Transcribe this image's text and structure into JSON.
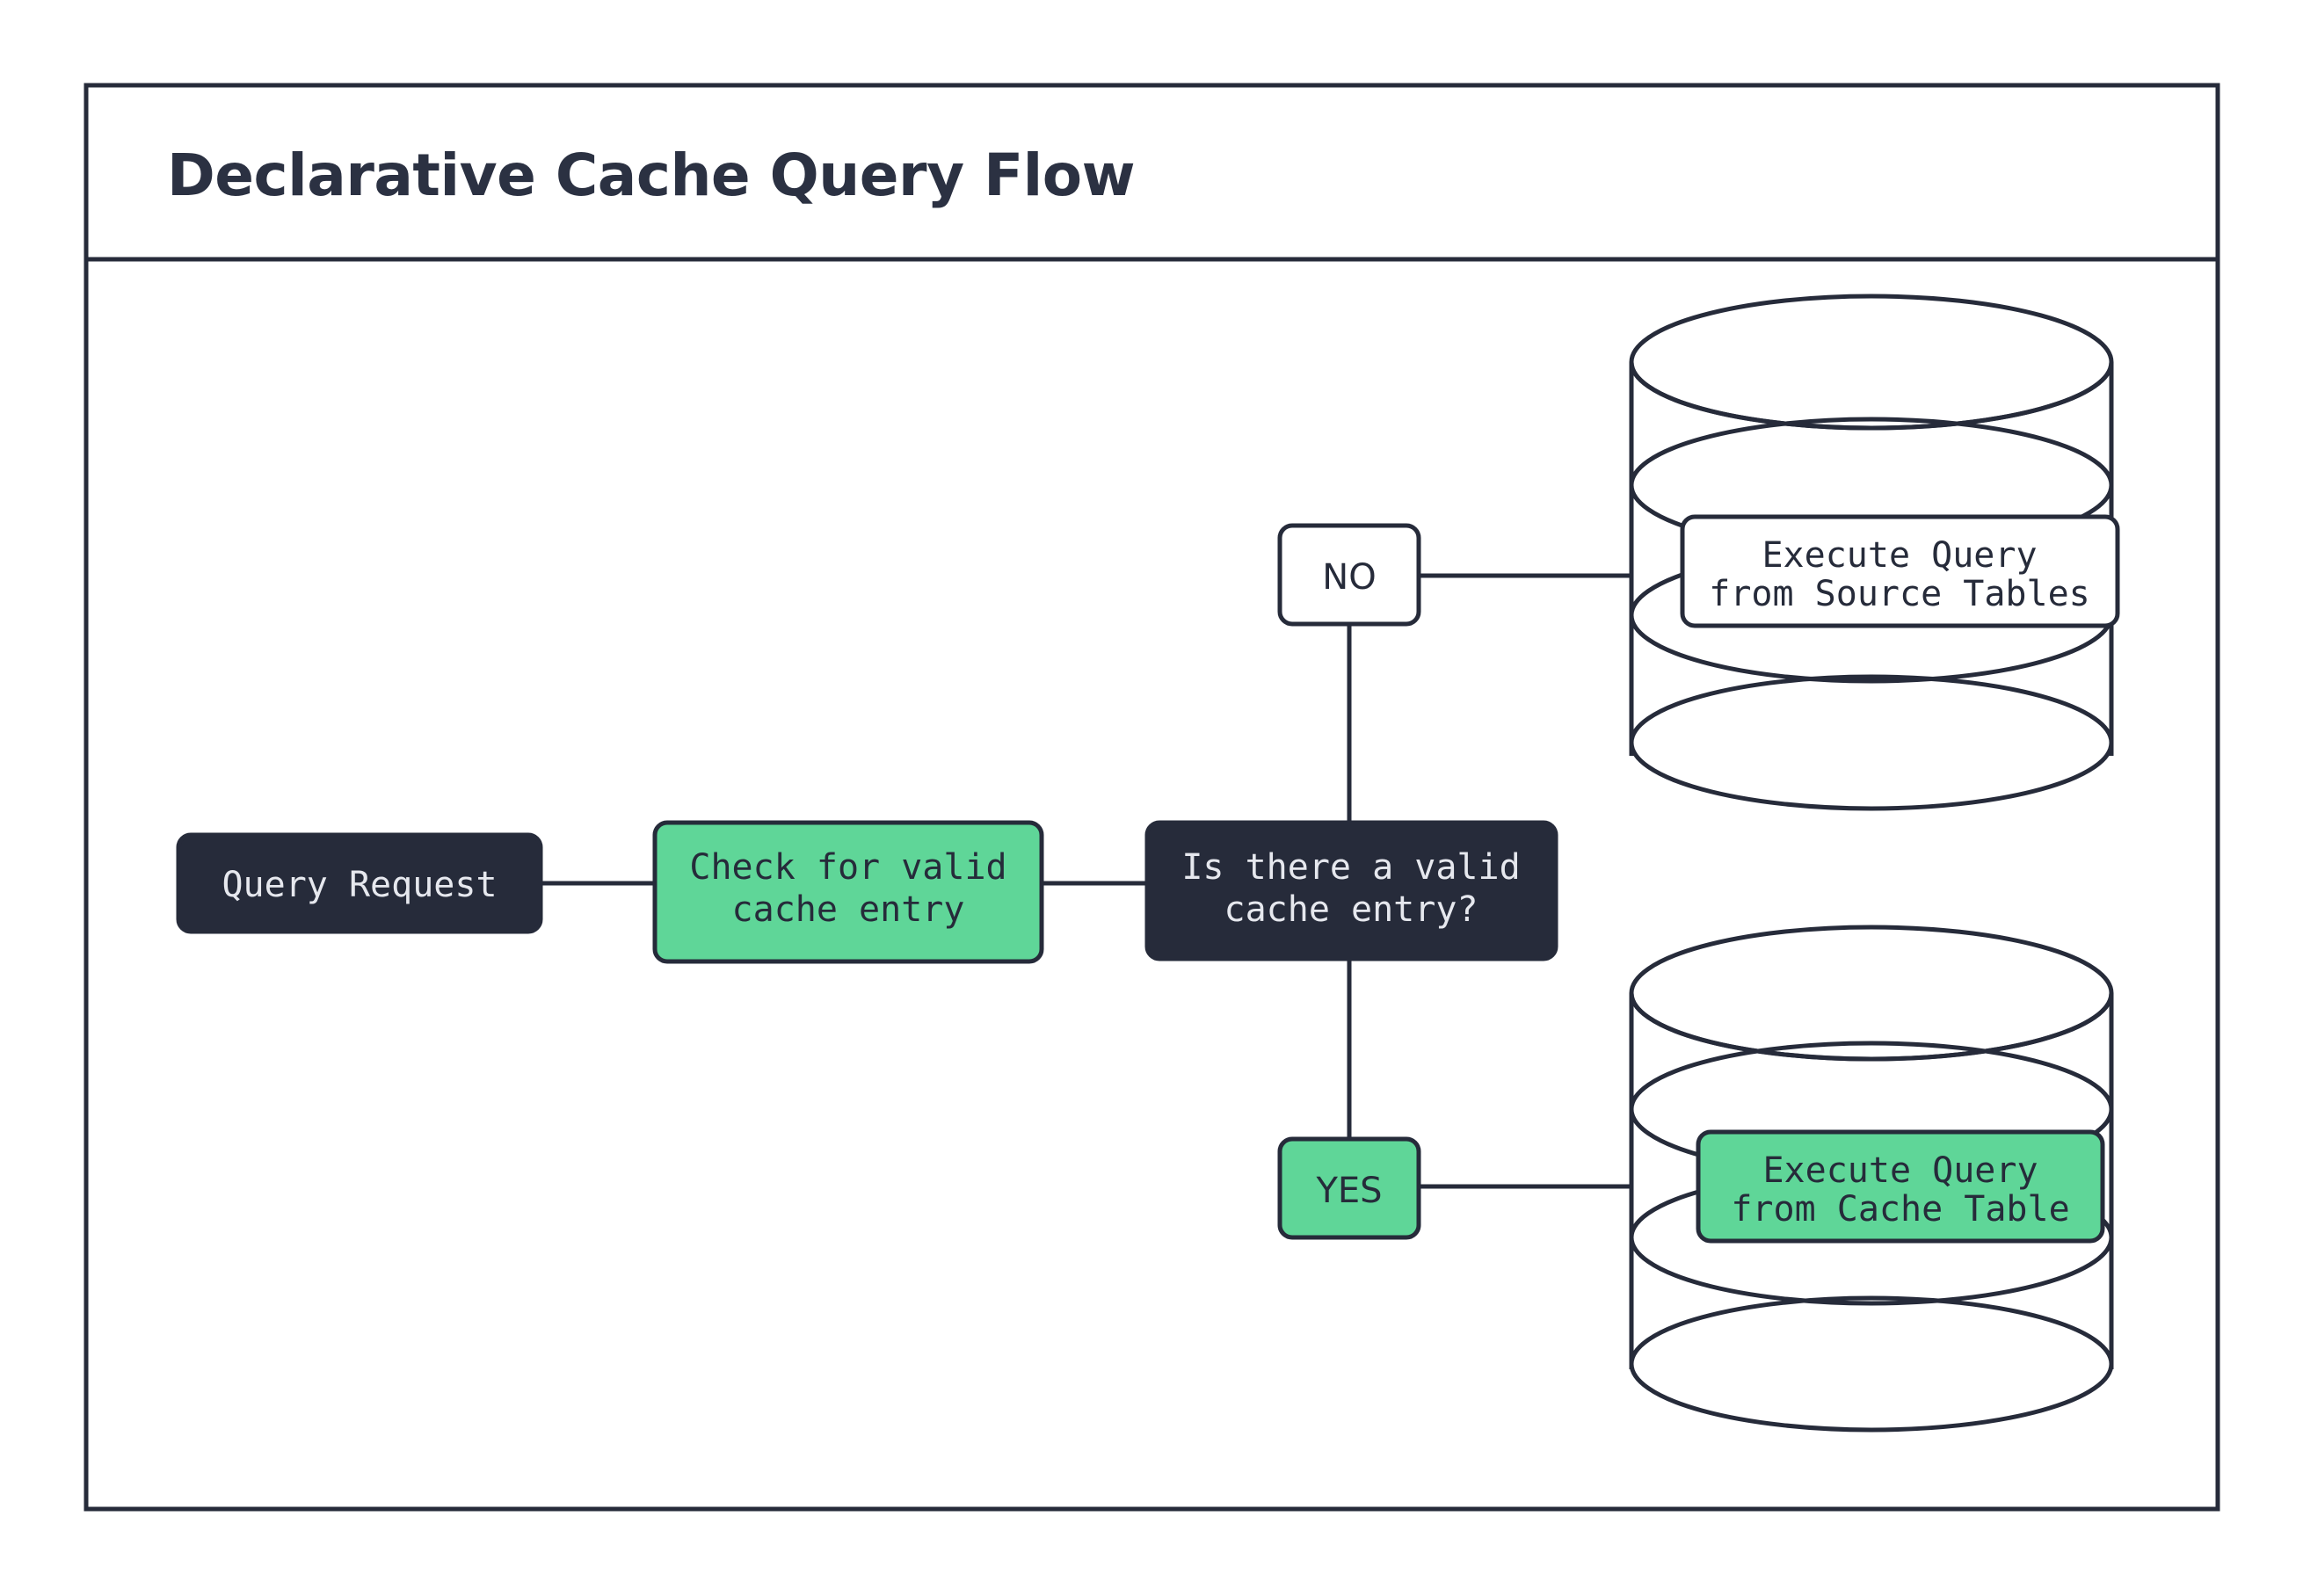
{
  "diagram": {
    "title": "Declarative Cache Query Flow",
    "frame": {
      "border_color": "#262b3a",
      "background": "#ffffff"
    },
    "palette": {
      "dark": "#262b3a",
      "green": "#5fd698",
      "white": "#ffffff",
      "light_text": "#e6e8ee"
    },
    "nodes": {
      "query_request": {
        "label": "Query Request",
        "style": "dark",
        "shape": "rounded-rect"
      },
      "check_cache": {
        "label_line1": "Check for valid",
        "label_line2": "cache entry",
        "style": "green",
        "shape": "rounded-rect"
      },
      "decision": {
        "label_line1": "Is there a valid",
        "label_line2": "cache entry?",
        "style": "dark",
        "shape": "rounded-rect"
      },
      "branch_no": {
        "label": "NO",
        "style": "white",
        "shape": "rounded-rect"
      },
      "branch_yes": {
        "label": "YES",
        "style": "green",
        "shape": "rounded-rect"
      },
      "source_db": {
        "shape": "cylinder",
        "icon": "database-cylinder",
        "label_line1": "Execute Query",
        "label_line2": "from Source Tables",
        "label_style": "white"
      },
      "cache_db": {
        "shape": "cylinder",
        "icon": "database-cylinder",
        "label_line1": "Execute Query",
        "label_line2": "from Cache Table",
        "label_style": "green"
      }
    },
    "edges": [
      {
        "from": "query_request",
        "to": "check_cache"
      },
      {
        "from": "check_cache",
        "to": "decision"
      },
      {
        "from": "decision",
        "to": "branch_no"
      },
      {
        "from": "decision",
        "to": "branch_yes"
      },
      {
        "from": "branch_no",
        "to": "source_db"
      },
      {
        "from": "branch_yes",
        "to": "cache_db"
      }
    ]
  }
}
